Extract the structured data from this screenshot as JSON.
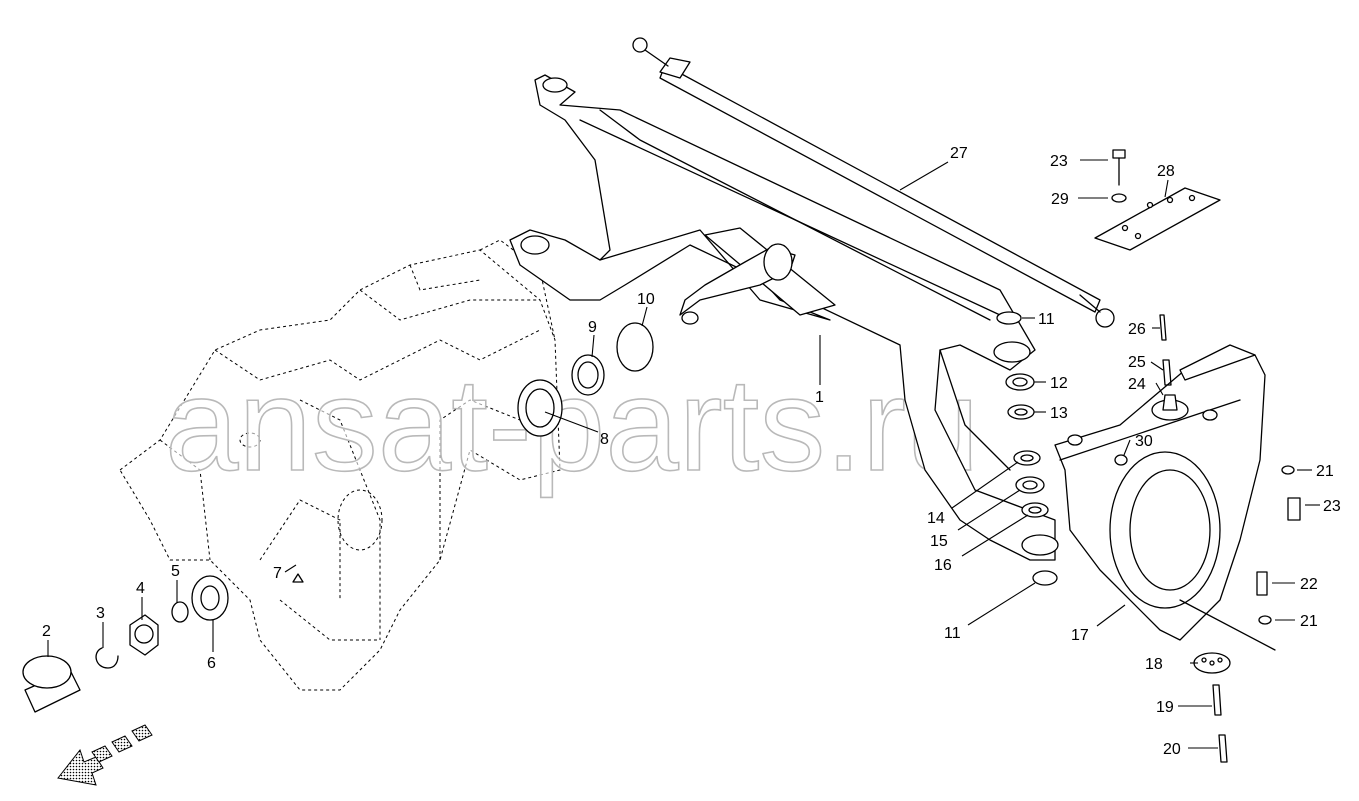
{
  "diagram": {
    "watermark": "ansat-parts.ru",
    "parts": [
      {
        "id": "1",
        "label": "1"
      },
      {
        "id": "2",
        "label": "2"
      },
      {
        "id": "3",
        "label": "3"
      },
      {
        "id": "4",
        "label": "4"
      },
      {
        "id": "5",
        "label": "5"
      },
      {
        "id": "6",
        "label": "6"
      },
      {
        "id": "7",
        "label": "7"
      },
      {
        "id": "8",
        "label": "8"
      },
      {
        "id": "9",
        "label": "9"
      },
      {
        "id": "10",
        "label": "10"
      },
      {
        "id": "11a",
        "label": "11"
      },
      {
        "id": "11b",
        "label": "11"
      },
      {
        "id": "12",
        "label": "12"
      },
      {
        "id": "13",
        "label": "13"
      },
      {
        "id": "14",
        "label": "14"
      },
      {
        "id": "15",
        "label": "15"
      },
      {
        "id": "16",
        "label": "16"
      },
      {
        "id": "17",
        "label": "17"
      },
      {
        "id": "18",
        "label": "18"
      },
      {
        "id": "19",
        "label": "19"
      },
      {
        "id": "20",
        "label": "20"
      },
      {
        "id": "21a",
        "label": "21"
      },
      {
        "id": "21b",
        "label": "21"
      },
      {
        "id": "22",
        "label": "22"
      },
      {
        "id": "23a",
        "label": "23"
      },
      {
        "id": "23b",
        "label": "23"
      },
      {
        "id": "24",
        "label": "24"
      },
      {
        "id": "25",
        "label": "25"
      },
      {
        "id": "26",
        "label": "26"
      },
      {
        "id": "27",
        "label": "27"
      },
      {
        "id": "28",
        "label": "28"
      },
      {
        "id": "29",
        "label": "29"
      },
      {
        "id": "30",
        "label": "30"
      }
    ]
  }
}
